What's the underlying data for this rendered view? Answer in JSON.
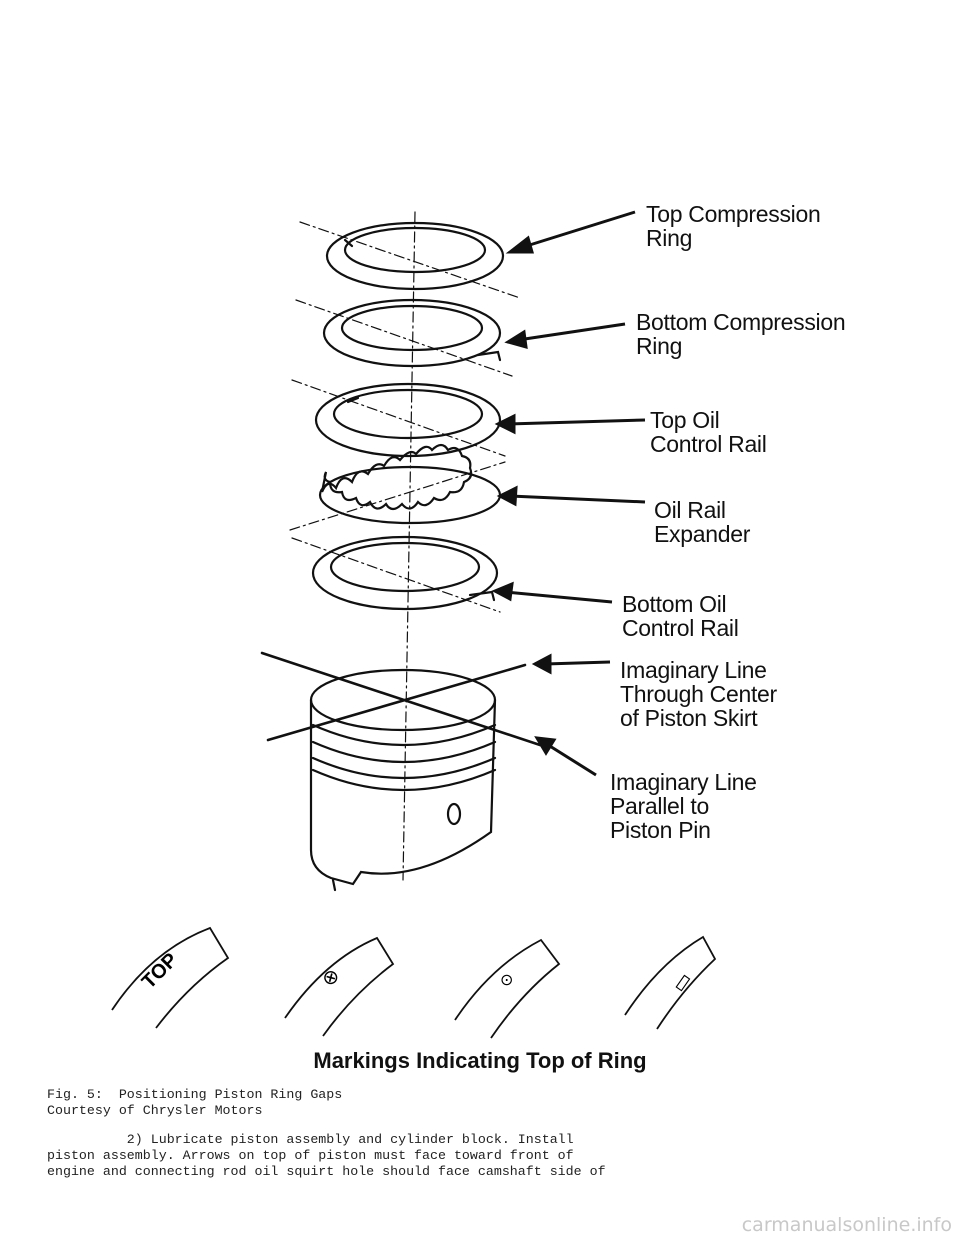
{
  "labels": {
    "top_compression": [
      "Top Compression",
      "Ring"
    ],
    "bottom_compression": [
      "Bottom Compression",
      "Ring"
    ],
    "top_oil": [
      "Top Oil",
      "Control Rail"
    ],
    "oil_expander": [
      "Oil Rail",
      "Expander"
    ],
    "bottom_oil": [
      "Bottom Oil",
      "Control Rail"
    ],
    "line_center": [
      "Imaginary Line",
      "Through Center",
      "of Piston Skirt"
    ],
    "line_parallel": [
      "Imaginary Line",
      "Parallel to",
      "Piston Pin"
    ]
  },
  "ring_markings": [
    "TOP",
    "⊗",
    "⊙",
    "▭"
  ],
  "markings_caption": "Markings Indicating Top of Ring",
  "fig_caption": "Fig. 5:  Positioning Piston Ring Gaps",
  "courtesy": "Courtesy of Chrysler Motors",
  "body_text": [
    "          2) Lubricate piston assembly and cylinder block. Install",
    "piston assembly. Arrows on top of piston must face toward front of",
    "engine and connecting rod oil squirt hole should face camshaft side of"
  ],
  "watermark": "carmanualsonline.info"
}
